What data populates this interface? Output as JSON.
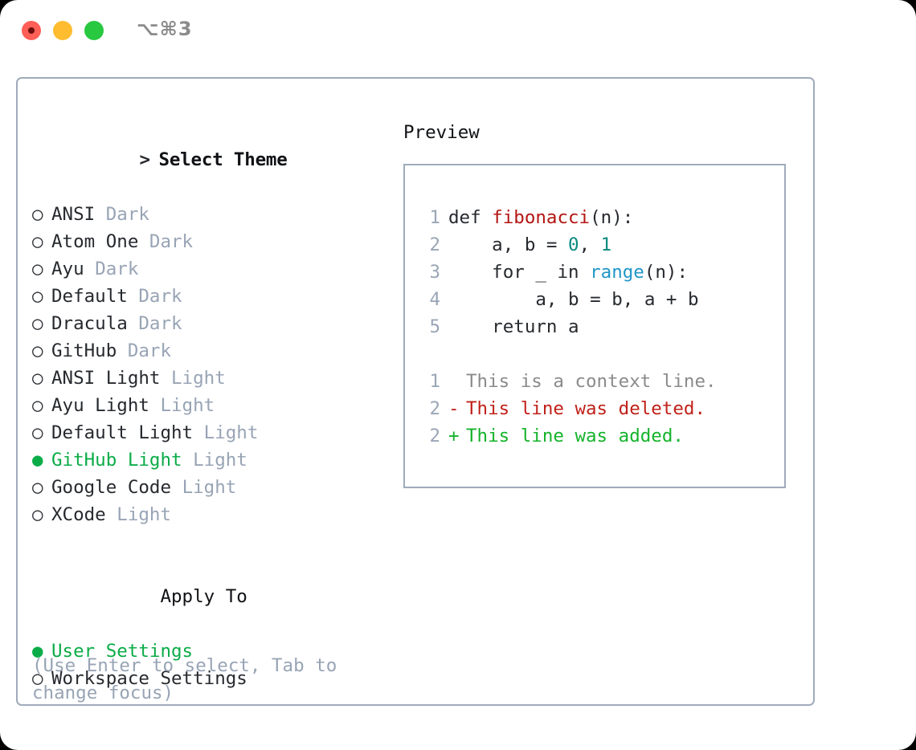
{
  "window": {
    "traffic_lights": [
      "close-red",
      "minimize-yellow",
      "maximize-green"
    ],
    "shortcut_label": "⌥⌘3"
  },
  "theme_picker": {
    "header_marker": "> ",
    "header_label": "Select Theme",
    "radio_off_glyph": "○ ",
    "radio_on_glyph": "● ",
    "items": [
      {
        "name": "ANSI",
        "tag": "Dark",
        "selected": false
      },
      {
        "name": "Atom One",
        "tag": "Dark",
        "selected": false
      },
      {
        "name": "Ayu",
        "tag": "Dark",
        "selected": false
      },
      {
        "name": "Default",
        "tag": "Dark",
        "selected": false
      },
      {
        "name": "Dracula",
        "tag": "Dark",
        "selected": false
      },
      {
        "name": "GitHub",
        "tag": "Dark",
        "selected": false
      },
      {
        "name": "ANSI Light",
        "tag": "Light",
        "selected": false
      },
      {
        "name": "Ayu Light",
        "tag": "Light",
        "selected": false
      },
      {
        "name": "Default Light",
        "tag": "Light",
        "selected": false
      },
      {
        "name": "GitHub Light",
        "tag": "Light",
        "selected": true
      },
      {
        "name": "Google Code",
        "tag": "Light",
        "selected": false
      },
      {
        "name": "XCode",
        "tag": "Light",
        "selected": false
      }
    ]
  },
  "apply_to": {
    "header_label": "Apply To",
    "options": [
      {
        "name": "User Settings",
        "selected": true
      },
      {
        "name": "Workspace Settings",
        "selected": false
      }
    ]
  },
  "hint": {
    "text": "(Use Enter to select, Tab to change focus)"
  },
  "preview": {
    "title": "Preview",
    "code": [
      {
        "lineno": "1",
        "tokens": [
          {
            "text": "def ",
            "kind": "plain"
          },
          {
            "text": "fibonacci",
            "kind": "func"
          },
          {
            "text": "(n):",
            "kind": "plain"
          }
        ]
      },
      {
        "lineno": "2",
        "tokens": [
          {
            "text": "    a, b = ",
            "kind": "plain"
          },
          {
            "text": "0",
            "kind": "num"
          },
          {
            "text": ", ",
            "kind": "plain"
          },
          {
            "text": "1",
            "kind": "num"
          }
        ]
      },
      {
        "lineno": "3",
        "tokens": [
          {
            "text": "    for _ in ",
            "kind": "plain"
          },
          {
            "text": "range",
            "kind": "builtin"
          },
          {
            "text": "(n):",
            "kind": "plain"
          }
        ]
      },
      {
        "lineno": "4",
        "tokens": [
          {
            "text": "        a, b = b, a + b",
            "kind": "plain"
          }
        ]
      },
      {
        "lineno": "5",
        "tokens": [
          {
            "text": "    return a",
            "kind": "plain"
          }
        ]
      }
    ],
    "diff": [
      {
        "lineno": "1",
        "sign": " ",
        "text": "This is a context line.",
        "kind": "context"
      },
      {
        "lineno": "2",
        "sign": "-",
        "text": "This line was deleted.",
        "kind": "deleted"
      },
      {
        "lineno": "2",
        "sign": "+",
        "text": "This line was added.",
        "kind": "added"
      }
    ]
  },
  "colors": {
    "border": "#9fabbb",
    "muted": "#98a4b5",
    "selected_green": "#0bac48",
    "diff_add": "#15b32c",
    "diff_del": "#c0211a",
    "syntax_func": "#b31512",
    "syntax_num": "#0a8a80",
    "syntax_builtin": "#2196c8",
    "traffic_red": "#ff5f57",
    "traffic_yellow": "#febc2e",
    "traffic_green": "#28c840"
  }
}
